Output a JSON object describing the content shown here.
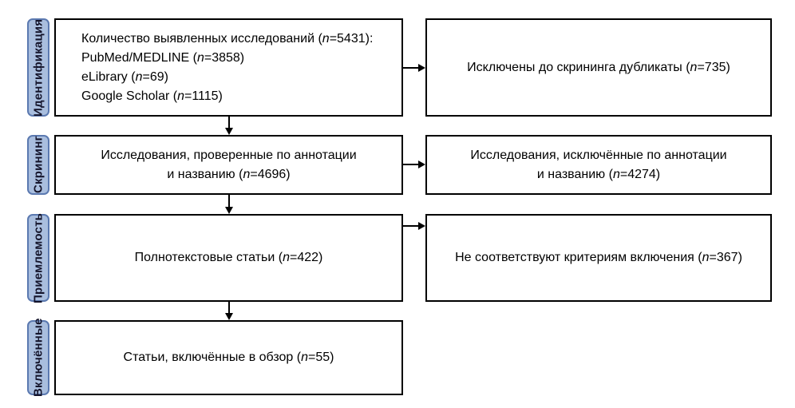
{
  "stages": [
    {
      "label": "Идентификация"
    },
    {
      "label": "Скрининг"
    },
    {
      "label": "Приемлемость"
    },
    {
      "label": "Включённые"
    }
  ],
  "boxes": {
    "identified": {
      "lines": [
        {
          "pre": "Количество выявленных исследований (",
          "var": "n",
          "post": "=5431):"
        },
        {
          "pre": "PubMed/MEDLINE (",
          "var": "n",
          "post": "=3858)"
        },
        {
          "pre": "eLibrary (",
          "var": "n",
          "post": "=69)"
        },
        {
          "pre": "Google Scholar (",
          "var": "n",
          "post": "=1115)"
        }
      ]
    },
    "duplicates_excluded": {
      "lines": [
        {
          "pre": "Исключены до скрининга дубликаты (",
          "var": "n",
          "post": "=735)"
        }
      ]
    },
    "screened": {
      "lines": [
        {
          "pre": "Исследования, проверенные по аннотации",
          "var": "",
          "post": ""
        },
        {
          "pre": "и названию (",
          "var": "n",
          "post": "=4696)"
        }
      ]
    },
    "screen_excluded": {
      "lines": [
        {
          "pre": "Исследования, исключённые по аннотации",
          "var": "",
          "post": ""
        },
        {
          "pre": "и названию (",
          "var": "n",
          "post": "=4274)"
        }
      ]
    },
    "fulltext": {
      "lines": [
        {
          "pre": "Полнотекстовые статьи (",
          "var": "n",
          "post": "=422)"
        }
      ]
    },
    "criteria_excluded": {
      "lines": [
        {
          "pre": "Не соответствуют критериям включения (",
          "var": "n",
          "post": "=367)"
        }
      ]
    },
    "included": {
      "lines": [
        {
          "pre": "Статьи, включённые в обзор (",
          "var": "n",
          "post": "=55)"
        }
      ]
    }
  },
  "counts": {
    "identified_total": 5431,
    "pubmed_medline": 3858,
    "elibrary": 69,
    "google_scholar": 1115,
    "duplicates_excluded": 735,
    "screened": 4696,
    "screen_excluded": 4274,
    "fulltext_assessed": 422,
    "criteria_excluded": 367,
    "included": 55
  },
  "colors": {
    "stage_fill": "#a9bede",
    "stage_border": "#5b79b0",
    "box_border": "#000000",
    "text": "#000000",
    "background": "#ffffff"
  }
}
